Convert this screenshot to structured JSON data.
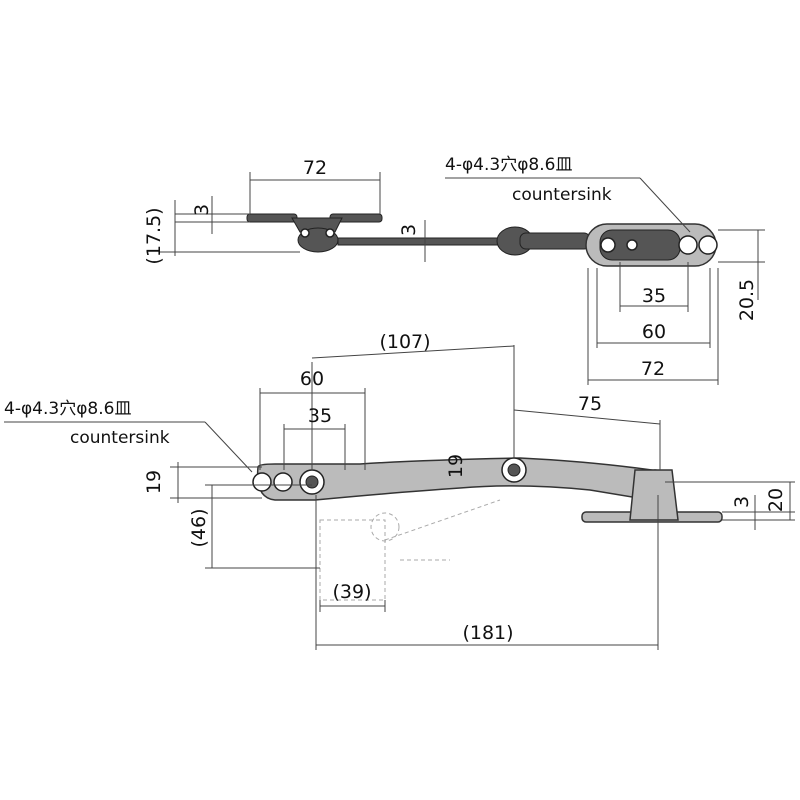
{
  "top_view": {
    "dim_72_top": "72",
    "dim_3_left": "3",
    "dim_17_5": "(17.5)",
    "dim_3_mid": "3",
    "dim_35": "35",
    "dim_60": "60",
    "dim_72_bottom": "72",
    "dim_20_5": "20.5",
    "hole_note": "4-φ4.3穴φ8.6皿",
    "hole_note_en": "countersink"
  },
  "side_view": {
    "dim_107": "(107)",
    "dim_60": "60",
    "dim_35": "35",
    "dim_75": "75",
    "dim_19_left": "19",
    "dim_19_mid": "19",
    "dim_46": "(46)",
    "dim_39": "(39)",
    "dim_181": "(181)",
    "dim_3_right": "3",
    "dim_20_right": "20",
    "hole_note": "4-φ4.3穴φ8.6皿",
    "hole_note_en": "countersink"
  }
}
